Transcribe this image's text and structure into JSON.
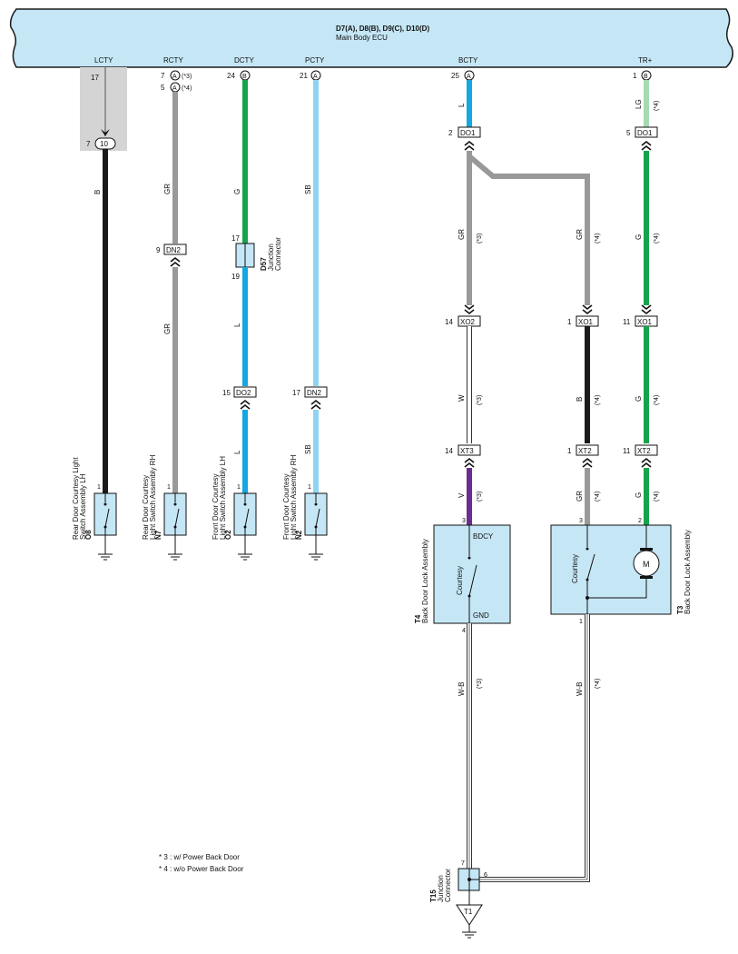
{
  "ecu": {
    "connectors": "D7(A), D8(B), D9(C), D10(D)",
    "name": "Main Body ECU",
    "colors": {
      "fill": "#c5e6f5",
      "stroke": "#1a1a1a"
    }
  },
  "terminals": {
    "lcty": {
      "label": "LCTY",
      "pin": "17"
    },
    "rcty": {
      "label": "RCTY",
      "pin1": "7",
      "conn1": "A",
      "note1": "(*3)",
      "pin2": "5",
      "conn2": "A",
      "note2": "(*4)"
    },
    "dcty": {
      "label": "DCTY",
      "pin": "24",
      "conn": "B"
    },
    "pcty": {
      "label": "PCTY",
      "pin": "21",
      "conn": "A"
    },
    "bcty": {
      "label": "BCTY",
      "pin": "25",
      "conn": "A"
    },
    "trp": {
      "label": "TR+",
      "pin": "1",
      "conn": "B"
    }
  },
  "wire_colors": {
    "B": "#1a1a1a",
    "GR": "#999999",
    "G": "#17a34a",
    "L": "#14a8e0",
    "SB": "#8fd3f2",
    "LG": "#a7d9b3",
    "V": "#6a2c91",
    "W": "#ffffff",
    "WB": "#ffffff"
  },
  "wires": {
    "lcty": "B",
    "rcty1": "GR",
    "rcty2": "GR",
    "dcty1": "G",
    "dcty2": "L",
    "dcty3": "L",
    "pcty": "SB",
    "pcty2": "SB",
    "bcty": "L",
    "bcty_gr3": "GR",
    "bcty_gr4": "GR",
    "w3": "W",
    "v3": "V",
    "wb3": "W-B",
    "b4": "B",
    "gr4": "GR",
    "wb4": "W-B",
    "lg4": "LG",
    "g4a": "G",
    "g4b": "G",
    "g4c": "G"
  },
  "notes_short": {
    "n3": "(*3)",
    "n4": "(*4)"
  },
  "connectors": {
    "c10": {
      "pin": "7",
      "label": "10"
    },
    "dn2_r": {
      "pin": "9",
      "label": "DN2"
    },
    "d57": {
      "pin_top": "17",
      "pin_bot": "19",
      "id": "D57",
      "name1": "Junction",
      "name2": "Connector"
    },
    "do2": {
      "pin": "15",
      "label": "DO2"
    },
    "dn2_p": {
      "pin": "17",
      "label": "DN2"
    },
    "do1_a": {
      "pin": "2",
      "label": "DO1"
    },
    "do1_b": {
      "pin": "5",
      "label": "DO1"
    },
    "xo2": {
      "pin": "14",
      "label": "XO2"
    },
    "xo1_a": {
      "pin": "1",
      "label": "XO1"
    },
    "xo1_b": {
      "pin": "11",
      "label": "XO1"
    },
    "xt3": {
      "pin": "14",
      "label": "XT3"
    },
    "xt2_a": {
      "pin": "1",
      "label": "XT2"
    },
    "xt2_b": {
      "pin": "11",
      "label": "XT2"
    }
  },
  "switches": {
    "o8": {
      "id": "O8",
      "line1": "Rear Door Courtesy Light",
      "line2": "Switch Assembly LH",
      "pin": "1"
    },
    "n7": {
      "id": "N7",
      "line1": "Rear Door Courtesy",
      "line2": "Light Switch Assembly RH",
      "pin": "1"
    },
    "o2": {
      "id": "O2",
      "line1": "Front Door Courtesy",
      "line2": "Light Switch Assembly LH",
      "pin": "1"
    },
    "n2": {
      "id": "N2",
      "line1": "Front Door Courtesy",
      "line2": "Light Switch Assembly RH",
      "pin": "1"
    }
  },
  "t4": {
    "id": "T4",
    "name": "Back Door Lock Assembly",
    "pin_top": "3",
    "pin_bot": "4",
    "label_top": "BDCY",
    "label_bot": "GND",
    "switch": "Courtesy"
  },
  "t3": {
    "id": "T3",
    "name": "Back Door Lock Assembly",
    "pin_a": "3",
    "pin_b": "2",
    "pin_bot": "1",
    "switch": "Courtesy",
    "motor": "M"
  },
  "t15": {
    "id": "T15",
    "name1": "Junction",
    "name2": "Connector",
    "pin_a": "7",
    "pin_b": "6",
    "ground": "T1"
  },
  "legend": {
    "l3": "* 3 : w/ Power Back Door",
    "l4": "* 4 : w/o Power Back Door"
  }
}
